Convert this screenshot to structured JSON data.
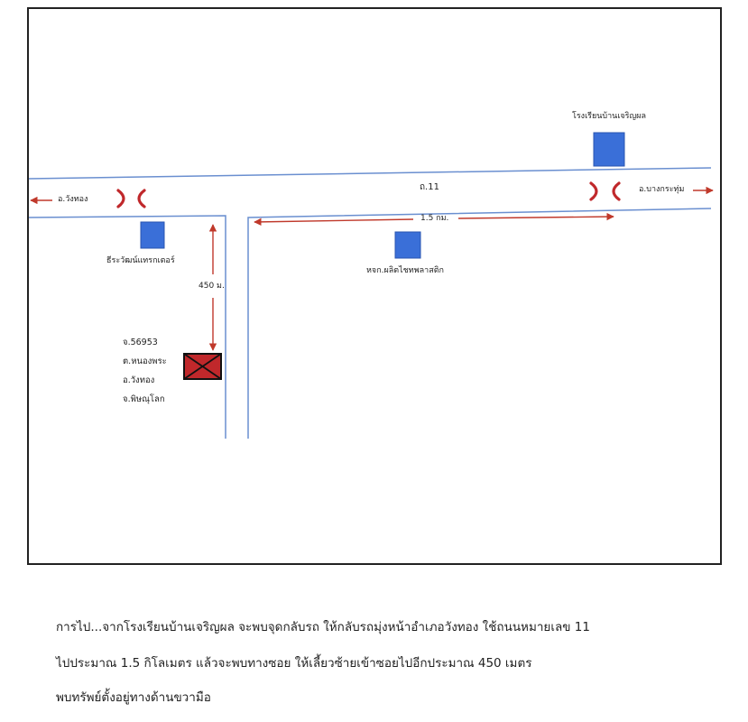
{
  "map": {
    "labels": {
      "left_direction": "อ.วังทอง",
      "right_direction": "อ.บางกระทุ่ม",
      "road_number": "ถ.11",
      "distance_main": "1.5 กม.",
      "distance_soi": "450 ม.",
      "school": "โรงเรียนบ้านเจริญผล",
      "tractor_shop": "ธีระวัฒน์แทรกเตอร์",
      "plastic_factory": "หจก.ผลิตไชทพลาสติก"
    },
    "property_address": [
      "จ.56953",
      "ต.หนองพระ",
      "อ.วังทอง",
      "จ.พิษณุโลก"
    ],
    "colors": {
      "road": "#6a8fd0",
      "arrow": "#c0392b",
      "uturn": "#c0282b",
      "landmark": "#3a6fd8",
      "property_fill": "#c0282b",
      "property_stroke": "#111111"
    },
    "icons": [
      "u-turn-icon",
      "landmark-square-icon",
      "property-x-icon",
      "arrow-icon"
    ]
  },
  "directions": [
    "การไป...จากโรงเรียนบ้านเจริญผล จะพบจุดกลับรถ ให้กลับรถมุ่งหน้าอำเภอวังทอง ใช้ถนนหมายเลข 11",
    "ไปประมาณ 1.5 กิโลเมตร แล้วจะพบทางซอย ให้เลี้ยวซ้ายเข้าซอยไปอีกประมาณ 450 เมตร",
    "พบทรัพย์ตั้งอยู่ทางด้านขวามือ"
  ]
}
